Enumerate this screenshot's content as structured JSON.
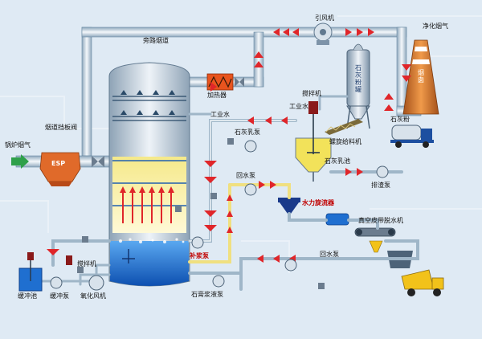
{
  "labels": {
    "boiler_flue_gas": "锅炉烟气",
    "esp": "ESP",
    "flue_damper": "烟道挡板阀",
    "bypass_duct": "旁路烟道",
    "induced_fan": "引风机",
    "clean_flue_gas": "净化烟气",
    "chimney": "烟囱",
    "lime_silo": "石灰粉罐",
    "lime_powder": "石灰粉",
    "screw_feeder": "螺旋给料机",
    "heater": "加热器",
    "process_water_1": "工业水",
    "process_water_2": "工业水",
    "agitator_1": "搅拌机",
    "lime_slurry_1": "石灰乳泵",
    "lime_slurry_2": "石灰乳池",
    "return_pump_1": "回水泵",
    "hydrocyclone": "水力旋流器",
    "exhaust_pump": "排渣泵",
    "vacuum_filter": "真空皮带脱水机",
    "return_pump_2": "回水泵",
    "makeup_pump": "补浆泵",
    "gypsum_pump": "石膏浆液泵",
    "agitator_2": "搅拌机",
    "oxidation_fan": "氧化风机",
    "flush_pump": "缓冲泵",
    "flush_tank": "缓冲池"
  },
  "colors": {
    "pipe": "#9fb6c8",
    "pipe_edge": "#6a8aa3",
    "arrow": "#e0262a",
    "tower": "#a9b9c8",
    "slurry": "#1f6fd0",
    "cyclone": "#1a3a8a",
    "esp": "#e06a2a",
    "heater": "#e8541e",
    "chimney": "#c8651e",
    "truck_yellow": "#f2c21a",
    "truck_blue": "#1d4fa0",
    "green_arrow": "#2fa04a",
    "yellow_pipe": "#f0e080"
  }
}
